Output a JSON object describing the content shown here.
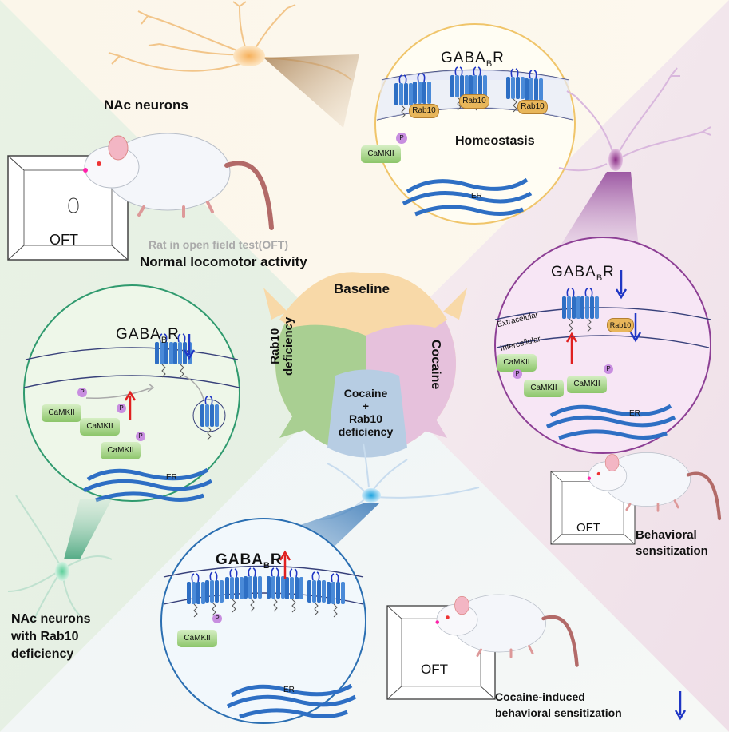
{
  "labels": {
    "nac_neurons": "NAc neurons",
    "homeostasis": "Homeostasis",
    "rat_oft": "Rat in open field test(OFT)",
    "normal_locomotor": "Normal locomotor activity",
    "baseline": "Baseline",
    "rab10_line1": "Rab10",
    "rab10_line2": "deficiency",
    "cocaine": "Cocaine",
    "combo_line1": "Cocaine",
    "combo_line2": "+",
    "combo_line3": "Rab10",
    "combo_line4": "deficiency",
    "behavioral_line1": "Behavioral",
    "behavioral_line2": "sensitization",
    "nac_rab10_line1": "NAc neurons",
    "nac_rab10_line2": "with Rab10",
    "nac_rab10_line3": "deficiency",
    "cocaine_induced_line1": "Cocaine-induced",
    "cocaine_induced_line2": "behavioral sensitization"
  },
  "top_panel": {
    "gaba_main": "GABA",
    "gaba_sub": "B",
    "gaba_end": "R",
    "rab10": "Rab10",
    "camkii": "CaMKII",
    "p": "P",
    "er": "ER"
  },
  "right_panel": {
    "gaba_main": "GABA",
    "gaba_sub": "B",
    "gaba_end": "R",
    "rab10": "Rab10",
    "extracellular": "Extracelular",
    "intercellular": "Intercellular",
    "camkii": "CaMKII",
    "p": "P",
    "er": "ER"
  },
  "left_panel": {
    "gaba_main": "GABA",
    "gaba_sub": "B",
    "gaba_end": "R",
    "camkii": "CaMKII",
    "p": "P",
    "er": "ER"
  },
  "bottom_panel": {
    "gaba_main": "GABA",
    "gaba_sub": "B",
    "gaba_end": "R",
    "camkii": "CaMKII",
    "p": "P",
    "er": "ER"
  },
  "oft": {
    "label": "OFT"
  },
  "colors": {
    "baseline": "#f8d9a8",
    "rab10": "#a9cf92",
    "cocaine": "#e6c1dc",
    "combo": "#b7cde3",
    "receptor": "#2e6fc4",
    "rab10_pill": "#e8b65a",
    "camkii": "#9ccf7c",
    "down_arrow": "#1f36c4",
    "up_arrow": "#e02020"
  }
}
